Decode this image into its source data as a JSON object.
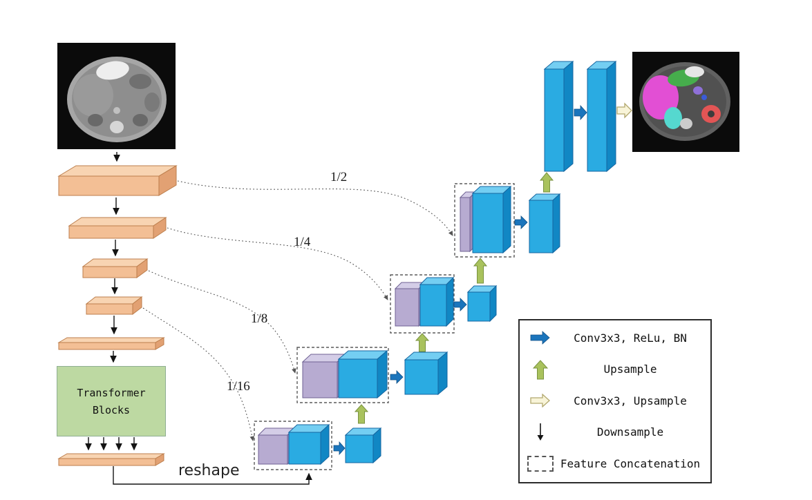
{
  "palette": {
    "encoder_box": "#F3BF95",
    "transformer_box": "#BDD9A2",
    "conv_cube_blue": "#2AABE2",
    "concat_cube_purple": "#B7ABD1",
    "conv_arrow_blue": "#1B75BC",
    "upsample_arrow_green": "#A9C25D",
    "conv_upsample_arrow_yellow": "#F8F4D8"
  },
  "skip_connections": [
    {
      "label": "1/2"
    },
    {
      "label": "1/4"
    },
    {
      "label": "1/8"
    },
    {
      "label": "1/16"
    }
  ],
  "transformer": {
    "line1": "Transformer",
    "line2": "Blocks"
  },
  "reshape_label": "reshape",
  "legend": {
    "items": [
      {
        "icon": "conv-arrow-icon",
        "label": "Conv3x3, ReLu, BN"
      },
      {
        "icon": "upsample-arrow-icon",
        "label": "Upsample"
      },
      {
        "icon": "conv-upsample-arrow-icon",
        "label": "Conv3x3, Upsample"
      },
      {
        "icon": "downsample-arrow-icon",
        "label": "Downsample"
      },
      {
        "icon": "feature-concat-box-icon",
        "label": "Feature Concatenation"
      }
    ]
  }
}
